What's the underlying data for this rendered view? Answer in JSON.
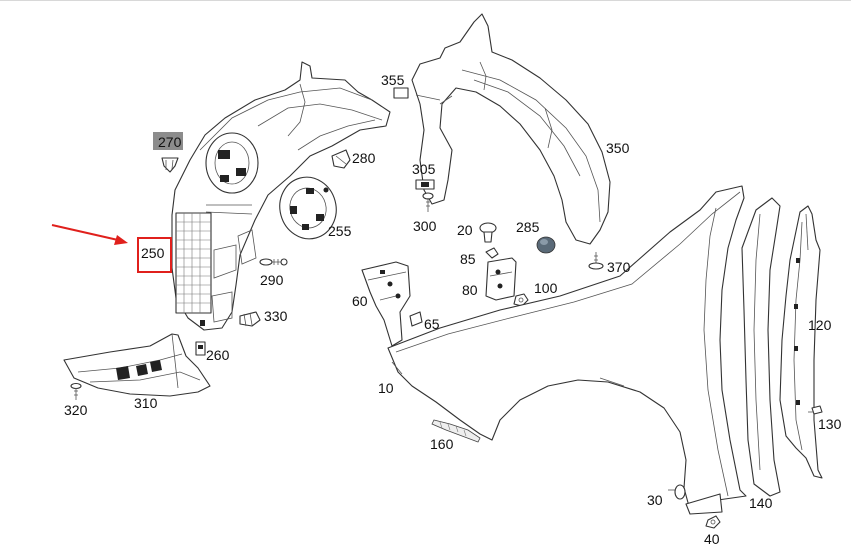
{
  "diagram": {
    "accent_color": "#e0201c",
    "highlight_fill": "#8c8c8c",
    "highlighted_part": "250",
    "greyed_part": "270",
    "part_numbers": [
      "355",
      "350",
      "270",
      "280",
      "305",
      "300",
      "255",
      "20",
      "285",
      "250",
      "85",
      "370",
      "290",
      "60",
      "80",
      "100",
      "65",
      "330",
      "120",
      "260",
      "10",
      "320",
      "310",
      "130",
      "160",
      "30",
      "140",
      "40"
    ]
  }
}
